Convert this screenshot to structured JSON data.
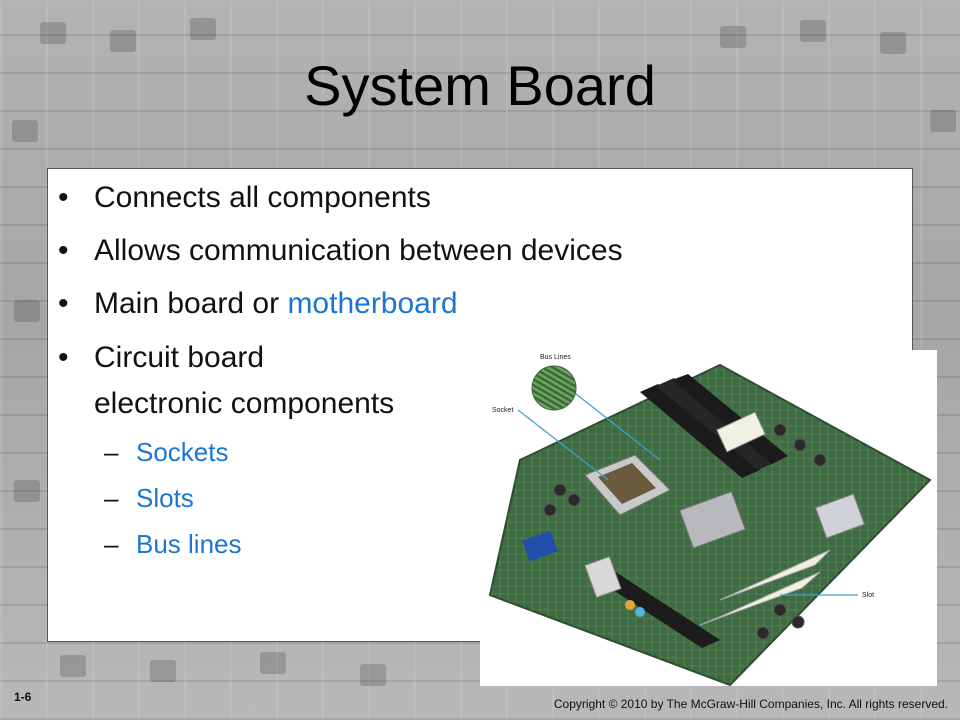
{
  "slide": {
    "title": "System Board",
    "bullets": [
      {
        "text": "Connects all components"
      },
      {
        "text": "Allows communication between devices"
      },
      {
        "text_prefix": "Main board or ",
        "text_link": "motherboard"
      },
      {
        "line1": "Circuit board",
        "line2": "electronic components"
      }
    ],
    "sub_bullets": [
      "Sockets",
      "Slots",
      "Bus lines"
    ],
    "bullet_glyph": "•",
    "dash_glyph": "–"
  },
  "image": {
    "labels": {
      "bus_lines": "Bus Lines",
      "socket": "Socket",
      "slot": "Slot"
    }
  },
  "footer": {
    "slide_number": "1-6",
    "copyright": "Copyright © 2010 by The McGraw-Hill Companies, Inc. All rights reserved."
  },
  "colors": {
    "accent": "#1a76d2",
    "board_green": "#3f6b43"
  }
}
